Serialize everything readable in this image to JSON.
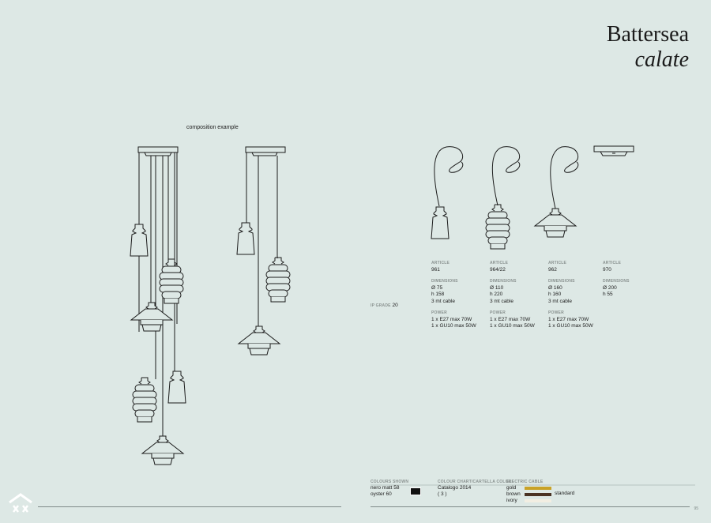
{
  "header": {
    "title_line1": "Battersea",
    "title_line2": "calate"
  },
  "composition_caption": "composition example",
  "products": [
    {
      "article_label": "ARTICLE",
      "article": "961",
      "dimensions_label": "DIMENSIONS",
      "dim1": "Ø 75",
      "dim2": "h 158",
      "dim3": "3 mt cable",
      "power_label": "POWER",
      "power1": "1 x E27 max 70W",
      "power2": "1 x GU10 max 50W"
    },
    {
      "article_label": "ARTICLE",
      "article": "964/22",
      "dimensions_label": "DIMENSIONS",
      "dim1": "Ø 110",
      "dim2": "h 220",
      "dim3": "3 mt cable",
      "power_label": "POWER",
      "power1": "1 x E27 max 70W",
      "power2": "1 x GU10 max 50W"
    },
    {
      "article_label": "ARTICLE",
      "article": "962",
      "dimensions_label": "DIMENSIONS",
      "dim1": "Ø 160",
      "dim2": "h 160",
      "dim3": "3 mt cable",
      "power_label": "POWER",
      "power1": "1 x E27 max 70W",
      "power2": "1 x GU10 max 50W"
    },
    {
      "article_label": "ARTICLE",
      "article": "970",
      "dimensions_label": "DIMENSIONS",
      "dim1": "Ø 200",
      "dim2": "h 55"
    }
  ],
  "ip_grade": {
    "label": "IP GRADE",
    "value": "20"
  },
  "footer": {
    "colours_label": "COLOURS SHOWN",
    "colour1": "nero matt 58",
    "colour2": "oyster 60",
    "chart_label": "COLOUR CHART/CARTELLA COLORI",
    "chart_line1": "Catalogo 2014",
    "chart_line2": "( 3 )",
    "cable_label": "ELECTRIC CABLE",
    "cable1": "gold",
    "cable2": "brown",
    "cable3": "ivory",
    "cable_standard": "standard",
    "page_number": "95"
  },
  "colors": {
    "background": "#dde8e5",
    "gold": "#c9a227",
    "brown": "#4a3324",
    "ivory": "#f2eee2"
  }
}
